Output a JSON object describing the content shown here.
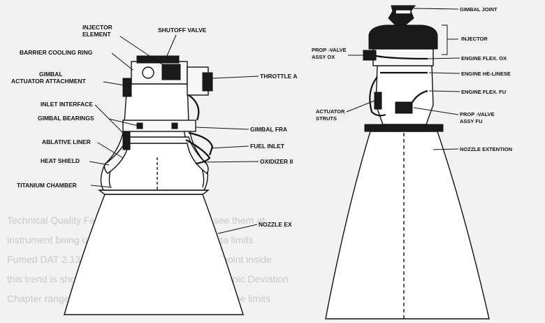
{
  "left_engine": {
    "labels": {
      "injector_element": [
        "INJECTOR",
        "ELEMENT"
      ],
      "shutoff_valve": "SHUTOFF VALVE",
      "barrier_cooling_ring": "BARRIER COOLING RING",
      "gimbal_actuator_attachment": [
        "GIMBAL",
        "ACTUATOR ATTACHMENT"
      ],
      "throttle": "THROTTLE A",
      "inlet_interface": "INLET INTERFACE",
      "gimbal_bearings": "GIMBAL BEARINGS",
      "gimbal_frame": "GIMBAL FRA",
      "ablative_liner": "ABLATIVE LINER",
      "fuel_inlet": "FUEL INLET",
      "heat_shield": "HEAT SHIELD",
      "oxidizer_inlet": "OXIDIZER II",
      "titanium_chamber": "TITANIUM CHAMBER",
      "nozzle_extension": "NOZZLE EX"
    }
  },
  "right_engine": {
    "labels": {
      "gimbal_joint": "GIMBAL JOINT",
      "injector": "INJECTOR",
      "prop_valve_ox": [
        "PROP -VALVE",
        "ASSY  OX"
      ],
      "engine_flex_ox": "ENGINE FLEX. OX",
      "engine_he_linese": "ENGINE HE-LINESE",
      "engine_flex_fu": "ENGINE FLEX. FU",
      "actuator_struts": [
        "ACTUATOR",
        "STRUTS"
      ],
      "prop_valve_fu": [
        "PROP -VALVE",
        "ASSY  FU"
      ],
      "nozzle_extention": "NOZZLE EXTENTION"
    }
  },
  "background_text": [
    "Technical  Quality  Factor  have  lower  intensity  to  see  them  at",
    "instrument  being  used  according  to  table  Note  data  limits",
    "Fumed  DAT  2.133  The  indicated  technical  quality  point  inside",
    "this  trend  is  shown  to  be  5.5  This  is  Engine  Hydrogenic  Deviation",
    "Chapter  range  with  comparing  tail  NET  limit  base  value  limits"
  ]
}
